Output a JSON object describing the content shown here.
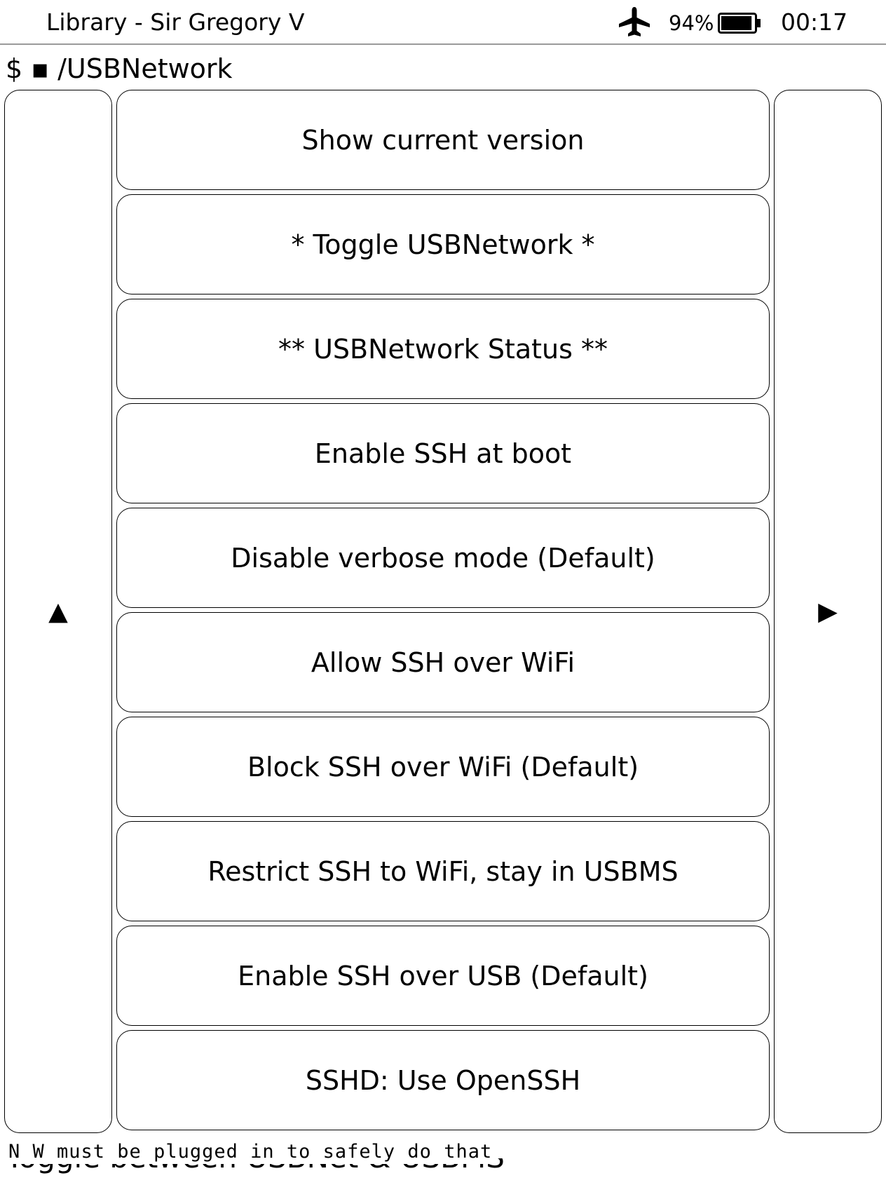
{
  "status": {
    "title": "Library - Sir Gregory V",
    "airplane_icon": "airplane-icon",
    "battery_percent": "94%",
    "battery_level": 0.94,
    "time": "00:17"
  },
  "path": "$ ▪ /USBNetwork",
  "nav": {
    "left_glyph": "▲",
    "right_glyph": "▶"
  },
  "menu": {
    "items": [
      {
        "label": "Show current version"
      },
      {
        "label": "* Toggle USBNetwork *"
      },
      {
        "label": "** USBNetwork Status **"
      },
      {
        "label": "Enable SSH at boot"
      },
      {
        "label": "Disable verbose mode (Default)"
      },
      {
        "label": "Allow SSH over WiFi"
      },
      {
        "label": "Block SSH over WiFi (Default)"
      },
      {
        "label": "Restrict SSH to WiFi, stay in USBMS"
      },
      {
        "label": "Enable SSH over USB (Default)"
      },
      {
        "label": "SSHD: Use OpenSSH"
      }
    ]
  },
  "footer": {
    "hint_back": "Toggle between USBNet & USBMS",
    "hint_front": "N W must be plugged in to safely do that"
  }
}
